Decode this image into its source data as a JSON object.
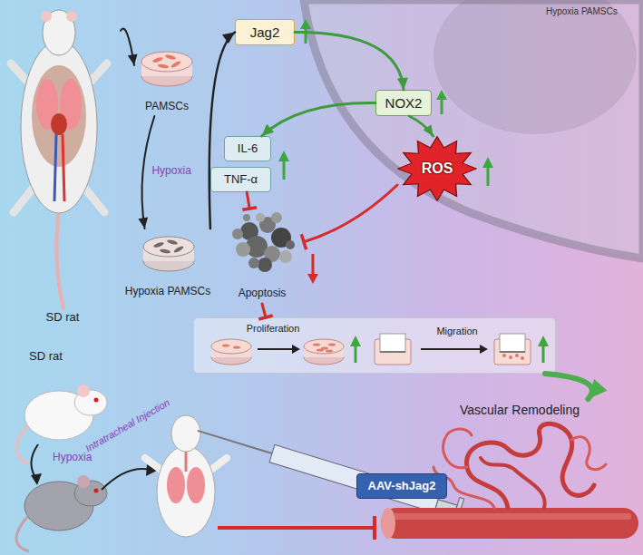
{
  "diagram": {
    "nodes": [
      {
        "text": [
          "SD rat"
        ]
      },
      {
        "text": [
          "PAMSCs"
        ]
      },
      {
        "text": [
          "Hypoxia PAMSCs"
        ]
      },
      {
        "text": [
          "Jag2"
        ]
      },
      {
        "text": [
          "NOX2"
        ]
      },
      {
        "text": [
          "IL-6"
        ]
      },
      {
        "text": [
          "TNF-α"
        ]
      },
      {
        "text": [
          "ROS"
        ]
      },
      {
        "text": [
          "Apoptosis"
        ]
      },
      {
        "text": [
          "Proliferation",
          "Migration"
        ]
      },
      {
        "text": [
          "Vascular Remodeling"
        ]
      },
      {
        "text": [
          "AAV-shJag2"
        ]
      }
    ],
    "edges": [
      {
        "from": 0,
        "to": 1,
        "arrow": "to"
      },
      {
        "from": 1,
        "to": 2,
        "label": "Hypoxia",
        "arrow": "to"
      },
      {
        "from": 2,
        "to": 3,
        "arrow": "to"
      },
      {
        "from": 3,
        "to": 4,
        "arrow": "to"
      },
      {
        "from": 4,
        "to": 5,
        "arrow": "to"
      },
      {
        "from": 4,
        "to": 7,
        "arrow": "to"
      },
      {
        "from": 6,
        "to": 8,
        "arrow": "to"
      },
      {
        "from": 7,
        "to": 8,
        "arrow": "to"
      },
      {
        "from": 8,
        "to": 9,
        "arrow": "to"
      },
      {
        "from": 9,
        "to": 10,
        "arrow": "to"
      }
    ],
    "labels": [
      "Hypoxia PAMSCs",
      "SD rat",
      "Hypoxia",
      "Intratracheal Injection"
    ]
  }
}
